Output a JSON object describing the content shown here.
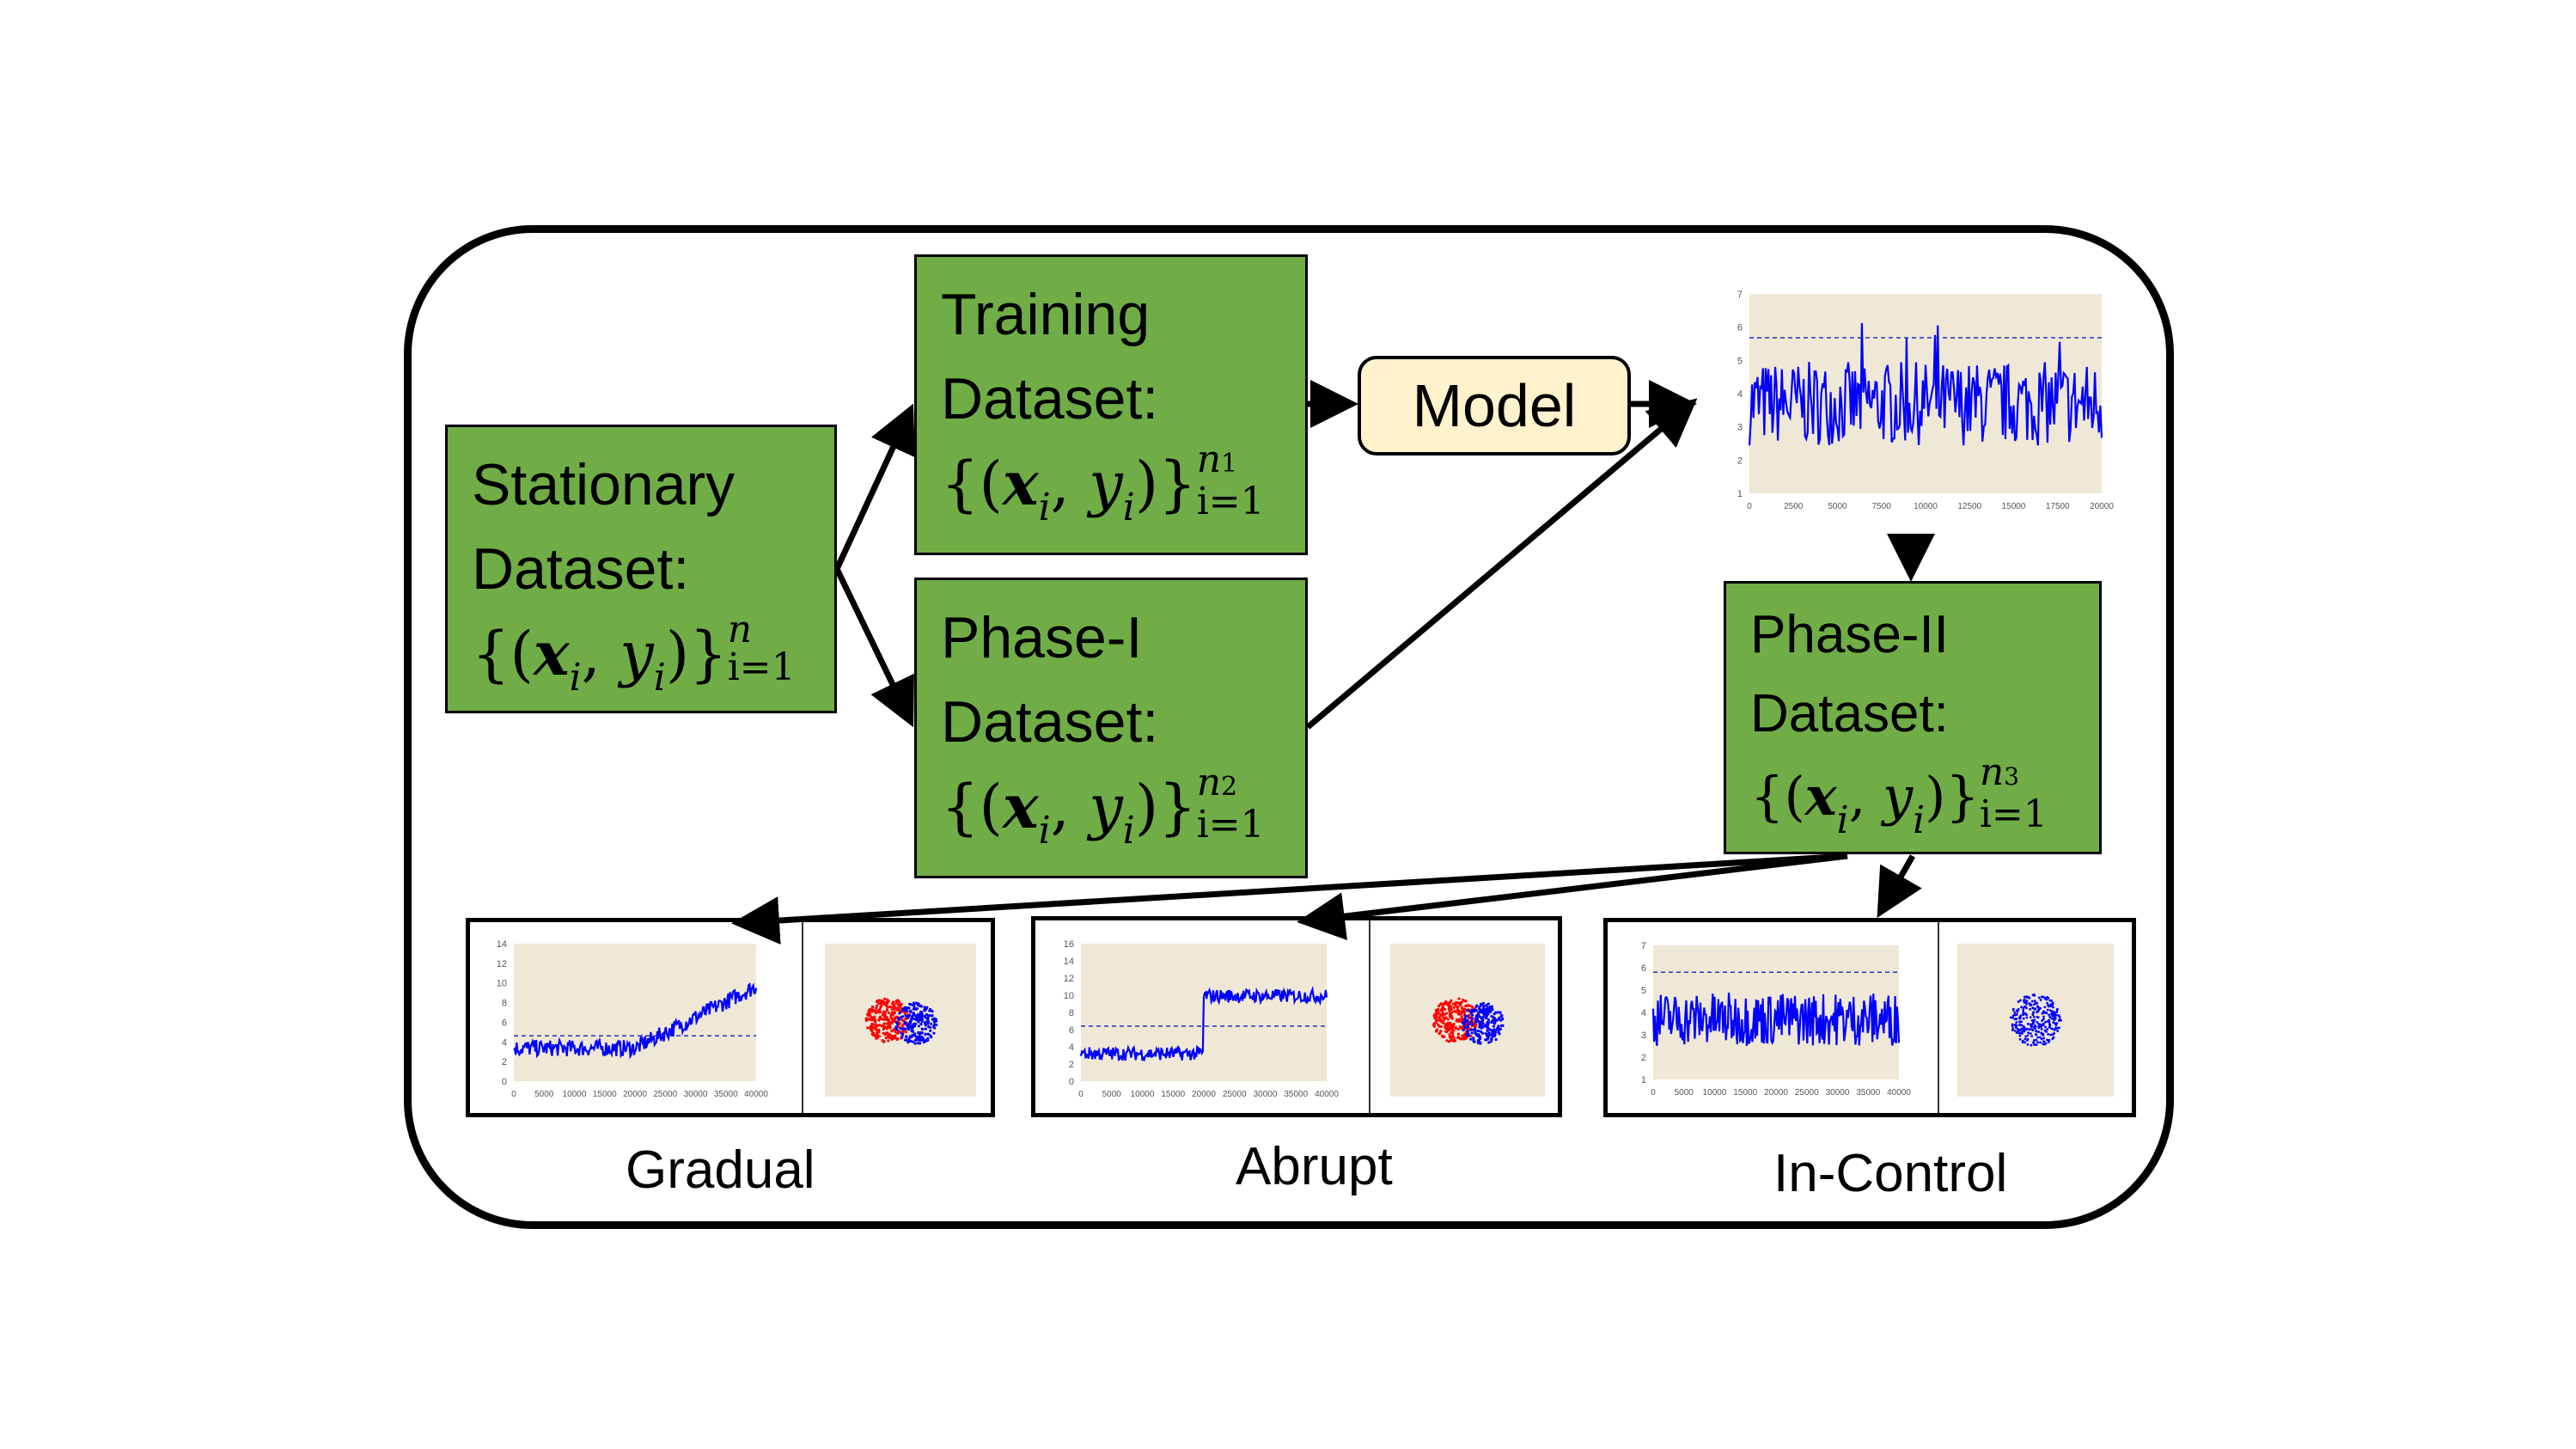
{
  "boxes": {
    "stationary": {
      "line1": "Stationary",
      "line2": "Dataset:",
      "sub_n": "n"
    },
    "training": {
      "line1": "Training",
      "line2": "Dataset:",
      "sub_n": "n",
      "sub_idx": "1"
    },
    "phase1": {
      "line1": "Phase-I",
      "line2": "Dataset:",
      "sub_n": "n",
      "sub_idx": "2"
    },
    "phase2": {
      "line1": "Phase-II",
      "line2": "Dataset:",
      "sub_n": "n",
      "sub_idx": "3"
    }
  },
  "math": {
    "open": "{(",
    "x": "x",
    "i": "i",
    "comma": ",",
    "y": "y",
    "close": ")}",
    "lower": "i=1"
  },
  "model_label": "Model",
  "top_chart": {
    "y_ticks": [
      "1",
      "2",
      "3",
      "4",
      "5",
      "6",
      "7"
    ],
    "x_ticks": [
      "0",
      "2500",
      "5000",
      "7500",
      "10000",
      "12500",
      "15000",
      "17500",
      "20000"
    ]
  },
  "panels": {
    "gradual": {
      "caption": "Gradual",
      "y_ticks": [
        "0",
        "2",
        "4",
        "6",
        "8",
        "10",
        "12",
        "14"
      ],
      "x_ticks": [
        "0",
        "5000",
        "10000",
        "15000",
        "20000",
        "25000",
        "30000",
        "35000",
        "40000"
      ]
    },
    "abrupt": {
      "caption": "Abrupt",
      "y_ticks": [
        "0",
        "2",
        "4",
        "6",
        "8",
        "10",
        "12",
        "14",
        "16"
      ],
      "x_ticks": [
        "0",
        "5000",
        "10000",
        "15000",
        "20000",
        "25000",
        "30000",
        "35000",
        "40000"
      ]
    },
    "incontrol": {
      "caption": "In-Control",
      "y_ticks": [
        "1",
        "2",
        "3",
        "4",
        "5",
        "6",
        "7"
      ],
      "x_ticks": [
        "0",
        "5000",
        "10000",
        "15000",
        "20000",
        "25000",
        "30000",
        "35000",
        "40000"
      ]
    }
  },
  "colors": {
    "box_green": "#70ad47",
    "model_fill": "#fff2cc",
    "plot_bg": "#efe8d6",
    "series_blue": "#0000ff",
    "series_red": "#ff0000"
  }
}
